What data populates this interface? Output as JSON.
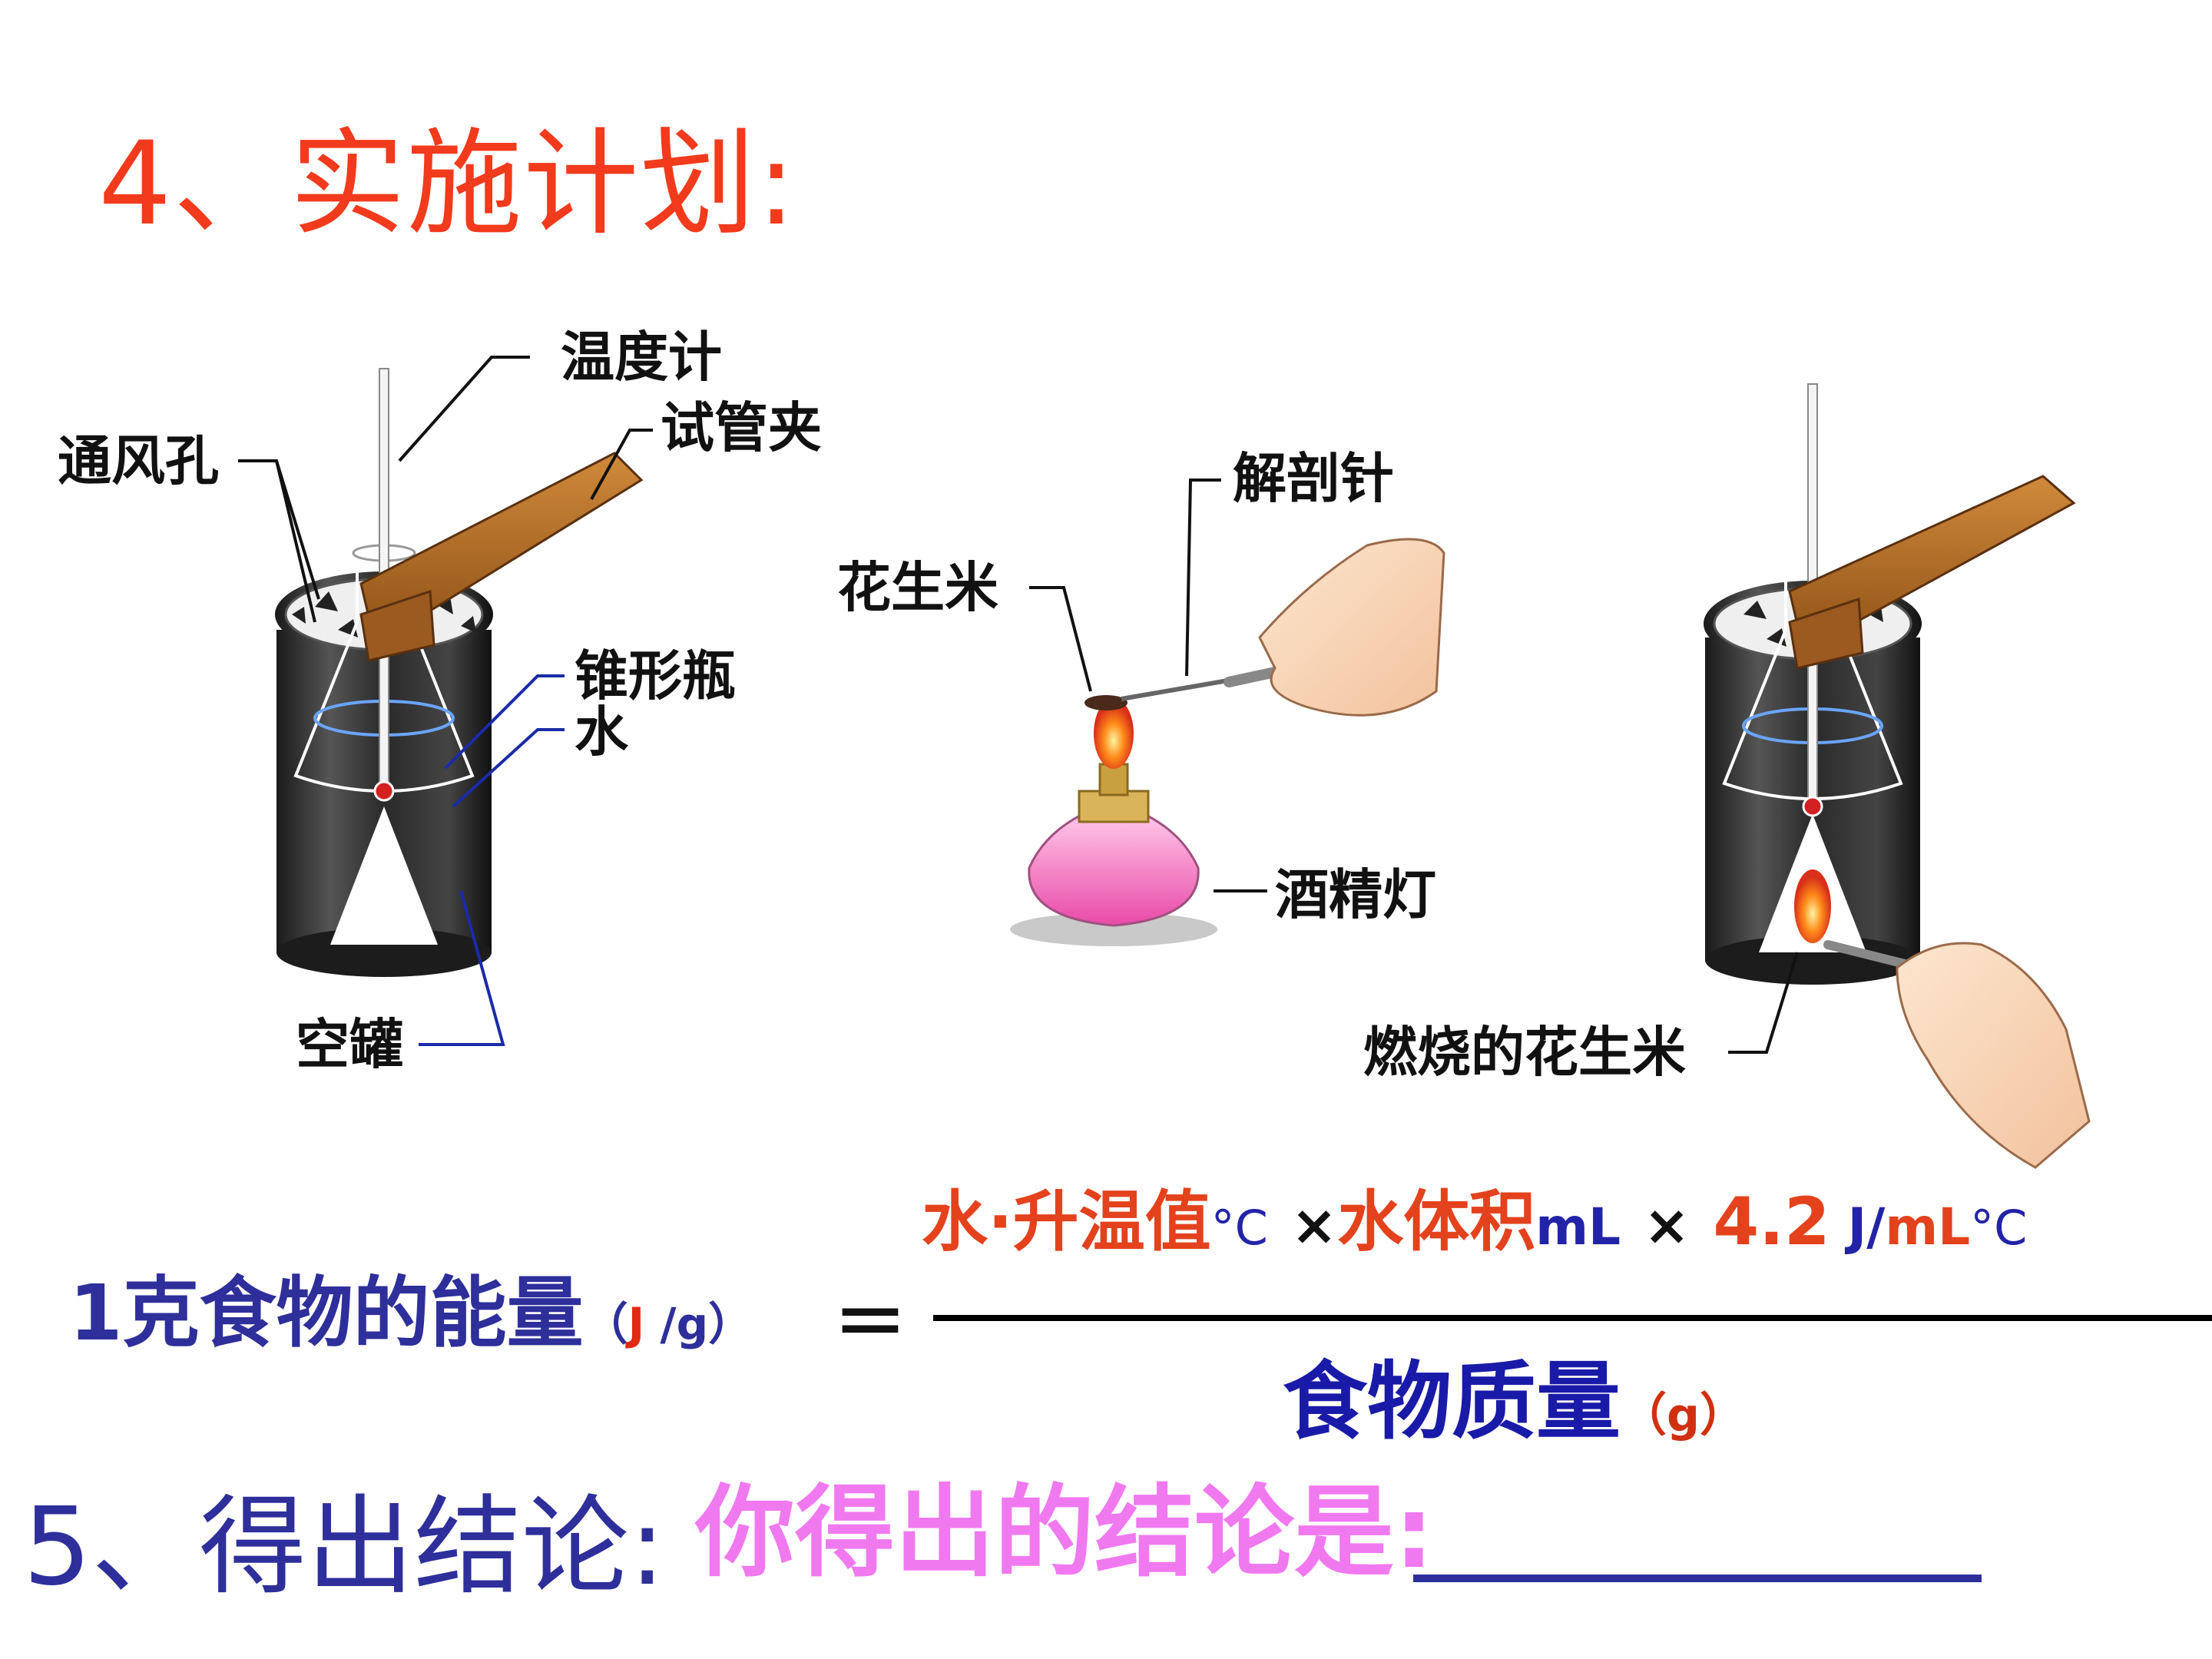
{
  "heading_step4": "4、实施计划:",
  "labels": {
    "thermometer": "温度计",
    "tube_clamp": "试管夹",
    "vent_holes": "通风孔",
    "flask": "锥形瓶",
    "water": "水",
    "empty_can": "空罐",
    "dissecting_needle": "解剖针",
    "peanut": "花生米",
    "alcohol_lamp": "酒精灯",
    "burning_peanut": "燃烧的花生米"
  },
  "formula": {
    "lhs_text": "1克食物的能量",
    "lhs_unit_open": "（",
    "lhs_unit_j": "J",
    "lhs_unit_rest": " /g）",
    "equals": "＝",
    "num_temp": "水·升温值",
    "num_temp_unit": "°C",
    "times1": "×",
    "num_volume": "水体积",
    "num_volume_unit": "mL",
    "times2": "×",
    "num_const": "4.2",
    "num_const_unit_j": " J",
    "num_const_unit_sep": "/",
    "num_const_unit_ml": "mL",
    "num_const_unit_deg": "°C",
    "den_text": "食物质量",
    "den_unit": "（g）"
  },
  "heading_step5": "5、得出结论:",
  "conclusion_prompt": "你得出的结论是:",
  "colors": {
    "title_red": "#f23a1c",
    "formula_blue": "#2e2f9a",
    "formula_red": "#e3421d",
    "conclusion_pink": "#f079f0"
  }
}
